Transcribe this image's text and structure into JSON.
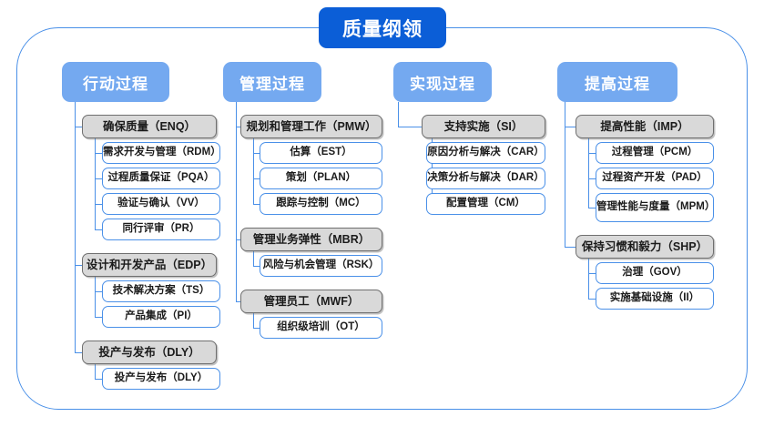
{
  "diagram": {
    "title": "质量纲领",
    "frame_border_color": "#4a90e8",
    "title_color": "#0b5ed7",
    "category_color": "#74a9f0",
    "level1_fill": "#d9d9d9",
    "level2_fill": "#ffffff",
    "columns": [
      {
        "name": "行动过程",
        "groups": [
          {
            "label": "确保质量（ENQ）",
            "children": [
              "需求开发与管理（RDM）",
              "过程质量保证（PQA）",
              "验证与确认（VV）",
              "同行评审（PR）"
            ]
          },
          {
            "label": "设计和开发产品（EDP）",
            "children": [
              "技术解决方案（TS）",
              "产品集成（PI）"
            ]
          },
          {
            "label": "投产与发布（DLY）",
            "children": [
              "投产与发布（DLY）"
            ]
          }
        ]
      },
      {
        "name": "管理过程",
        "groups": [
          {
            "label": "规划和管理工作（PMW）",
            "children": [
              "估算（EST）",
              "策划（PLAN）",
              "跟踪与控制（MC）"
            ]
          },
          {
            "label": "管理业务弹性（MBR）",
            "children": [
              "风险与机会管理（RSK）"
            ]
          },
          {
            "label": "管理员工（MWF）",
            "children": [
              "组织级培训（OT）"
            ]
          }
        ]
      },
      {
        "name": "实现过程",
        "groups": [
          {
            "label": "支持实施（SI）",
            "children": [
              "原因分析与解决（CAR）",
              "决策分析与解决（DAR）",
              "配置管理（CM）"
            ]
          }
        ]
      },
      {
        "name": "提高过程",
        "groups": [
          {
            "label": "提高性能（IMP）",
            "children": [
              "过程管理（PCM）",
              "过程资产开发（PAD）",
              "管理性能与度量（MPM）"
            ]
          },
          {
            "label": "保持习惯和毅力（SHP）",
            "children": [
              "治理（GOV）",
              "实施基础设施（II）"
            ]
          }
        ]
      }
    ]
  }
}
